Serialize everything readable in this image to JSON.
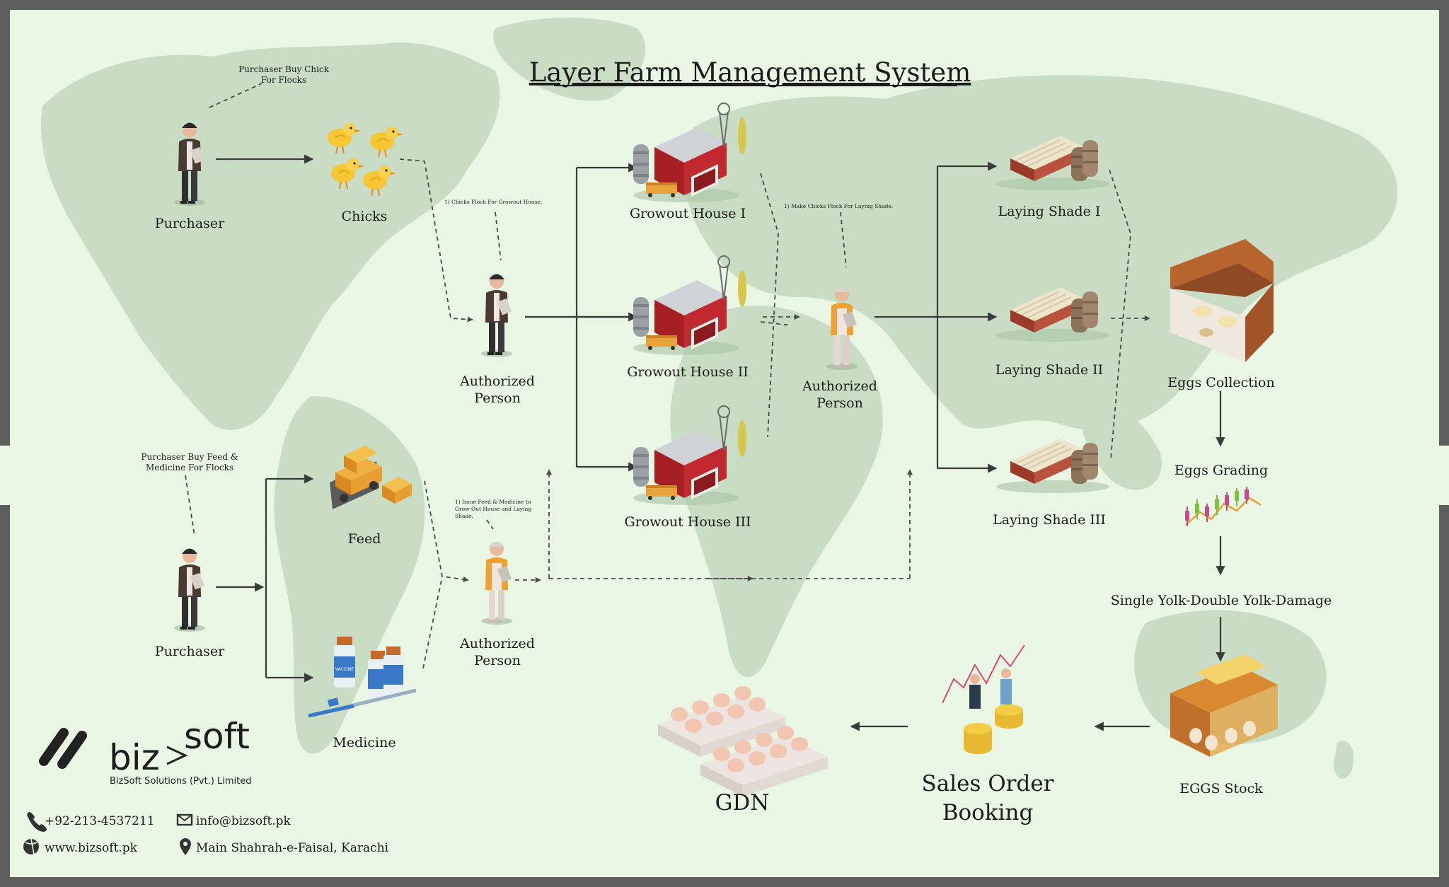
{
  "title": "Layer Farm Management System",
  "nodes": {
    "purchaser_top": "Purchaser",
    "chicks": "Chicks",
    "purchaser_bottom": "Purchaser",
    "feed": "Feed",
    "medicine": "Medicine",
    "auth_person_1": [
      "Authorized",
      "Person"
    ],
    "auth_person_2": [
      "Authorized",
      "Person"
    ],
    "auth_person_3": [
      "Authorized",
      "Person"
    ],
    "growout_1": "Growout House I",
    "growout_2": "Growout House II",
    "growout_3": "Growout House III",
    "laying_1": "Laying Shade I",
    "laying_2": "Laying Shade II",
    "laying_3": "Laying Shade III",
    "eggs_collection": "Eggs Collection",
    "eggs_grading": "Eggs Grading",
    "yolk_types": "Single Yolk-Double Yolk-Damage",
    "eggs_stock": "EGGS Stock",
    "sales_order": [
      "Sales Order",
      "Booking"
    ],
    "gdn": "GDN"
  },
  "notes": {
    "buy_chick": [
      "Purchaser Buy Chick",
      "For Flocks"
    ],
    "buy_feed": [
      "Purchaser Buy Feed &",
      "Medicine For Flocks"
    ],
    "chicks_flock": "1) Chicks Flock For Growout House.",
    "make_chicks_flock": "1) Make Chicks Flock For Laying Shade.",
    "issue_feed": [
      "1) Issue Feed & Medicine to",
      "Grow-Out House and Laying",
      "Shade."
    ]
  },
  "labels": {
    "vaccine": "VACCINE"
  },
  "company": {
    "logo_left": "biz",
    "logo_right": "soft",
    "name": "BizSoft Solutions (Pvt.) Limited",
    "phone": "+92-213-4537211",
    "email": "info@bizsoft.pk",
    "website": "www.bizsoft.pk",
    "address": "Main Shahrah-e-Faisal, Karachi"
  },
  "colors": {
    "background": "#e8f6e3",
    "map": "#c9dcc4",
    "frame": "#5e5e5e",
    "barn_red": "#b3262b",
    "shed_roof": "#e8e1c9",
    "egg": "#f2c6b0",
    "arrow": "#3a3a3a"
  }
}
